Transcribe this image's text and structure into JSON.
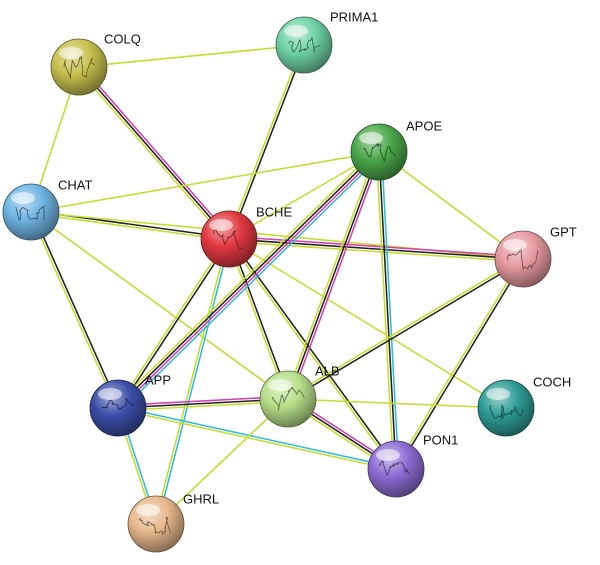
{
  "nodes": [
    {
      "id": "COLQ",
      "label": "COLQ",
      "color": "#c8c04e",
      "icon": "protein-structure-icon"
    },
    {
      "id": "PRIMA1",
      "label": "PRIMA1",
      "color": "#6fd3a6",
      "icon": "protein-structure-icon"
    },
    {
      "id": "APOE",
      "label": "APOE",
      "color": "#4aa84a",
      "icon": "protein-structure-icon"
    },
    {
      "id": "CHAT",
      "label": "CHAT",
      "color": "#6fb4e3",
      "icon": "protein-structure-icon"
    },
    {
      "id": "BCHE",
      "label": "BCHE",
      "color": "#e2393f",
      "icon": "protein-structure-icon"
    },
    {
      "id": "GPT",
      "label": "GPT",
      "color": "#e79aa1",
      "icon": "protein-structure-icon"
    },
    {
      "id": "APP",
      "label": "APP",
      "color": "#3b4ea8",
      "icon": "protein-structure-icon"
    },
    {
      "id": "ALB",
      "label": "ALB",
      "color": "#b8e08a",
      "icon": "protein-structure-icon"
    },
    {
      "id": "COCH",
      "label": "COCH",
      "color": "#2e9c95",
      "icon": "protein-structure-icon"
    },
    {
      "id": "PON1",
      "label": "PON1",
      "color": "#8e6cd4",
      "icon": "protein-structure-icon"
    },
    {
      "id": "GHRL",
      "label": "GHRL",
      "color": "#e7b98c",
      "icon": "protein-structure-icon"
    }
  ],
  "evidence_colors": {
    "textmining": "#c4dc2c",
    "coexpression": "#222222",
    "experiments": "#d53fb1",
    "databases": "#2fbcd8"
  },
  "edges": [
    {
      "a": "COLQ",
      "b": "PRIMA1",
      "types": [
        "textmining"
      ]
    },
    {
      "a": "COLQ",
      "b": "CHAT",
      "types": [
        "textmining"
      ]
    },
    {
      "a": "COLQ",
      "b": "BCHE",
      "types": [
        "experiments",
        "coexpression",
        "textmining"
      ]
    },
    {
      "a": "PRIMA1",
      "b": "BCHE",
      "types": [
        "coexpression",
        "textmining"
      ]
    },
    {
      "a": "CHAT",
      "b": "BCHE",
      "types": [
        "coexpression",
        "textmining"
      ]
    },
    {
      "a": "CHAT",
      "b": "APOE",
      "types": [
        "textmining"
      ]
    },
    {
      "a": "CHAT",
      "b": "APP",
      "types": [
        "coexpression",
        "textmining"
      ]
    },
    {
      "a": "CHAT",
      "b": "ALB",
      "types": [
        "textmining"
      ]
    },
    {
      "a": "CHAT",
      "b": "GPT",
      "types": [
        "textmining"
      ]
    },
    {
      "a": "BCHE",
      "b": "APOE",
      "types": [
        "textmining"
      ]
    },
    {
      "a": "BCHE",
      "b": "GPT",
      "types": [
        "experiments",
        "coexpression",
        "textmining"
      ]
    },
    {
      "a": "BCHE",
      "b": "APP",
      "types": [
        "coexpression",
        "textmining"
      ]
    },
    {
      "a": "BCHE",
      "b": "ALB",
      "types": [
        "coexpression",
        "textmining"
      ]
    },
    {
      "a": "BCHE",
      "b": "PON1",
      "types": [
        "coexpression",
        "textmining"
      ]
    },
    {
      "a": "BCHE",
      "b": "GHRL",
      "types": [
        "databases",
        "textmining"
      ]
    },
    {
      "a": "BCHE",
      "b": "COCH",
      "types": [
        "textmining"
      ]
    },
    {
      "a": "APOE",
      "b": "GPT",
      "types": [
        "textmining"
      ]
    },
    {
      "a": "APOE",
      "b": "APP",
      "types": [
        "databases",
        "experiments",
        "coexpression",
        "textmining"
      ]
    },
    {
      "a": "APOE",
      "b": "ALB",
      "types": [
        "experiments",
        "coexpression",
        "textmining"
      ]
    },
    {
      "a": "APOE",
      "b": "PON1",
      "types": [
        "databases",
        "coexpression",
        "textmining"
      ]
    },
    {
      "a": "GPT",
      "b": "ALB",
      "types": [
        "coexpression",
        "textmining"
      ]
    },
    {
      "a": "GPT",
      "b": "PON1",
      "types": [
        "coexpression",
        "textmining"
      ]
    },
    {
      "a": "APP",
      "b": "ALB",
      "types": [
        "experiments",
        "coexpression",
        "textmining"
      ]
    },
    {
      "a": "APP",
      "b": "PON1",
      "types": [
        "databases",
        "textmining"
      ]
    },
    {
      "a": "APP",
      "b": "GHRL",
      "types": [
        "databases",
        "textmining"
      ]
    },
    {
      "a": "ALB",
      "b": "PON1",
      "types": [
        "experiments",
        "coexpression",
        "textmining"
      ]
    },
    {
      "a": "ALB",
      "b": "COCH",
      "types": [
        "textmining"
      ]
    },
    {
      "a": "ALB",
      "b": "GHRL",
      "types": [
        "textmining"
      ]
    }
  ]
}
